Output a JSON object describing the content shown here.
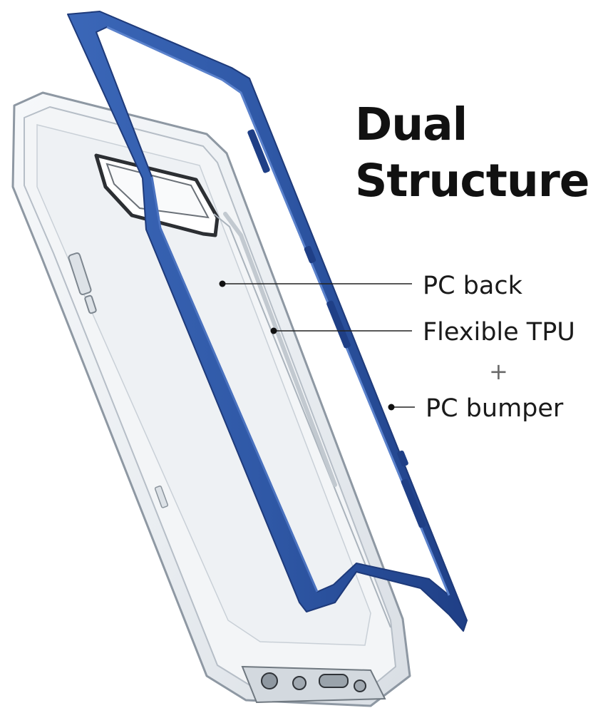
{
  "headline": {
    "line1": "Dual",
    "line2": "Structure"
  },
  "callouts": {
    "pc_back": "PC back",
    "flexible_tpu": "Flexible TPU",
    "plus": "+",
    "pc_bumper": "PC bumper"
  },
  "colors": {
    "bumper_blue": "#2f58a6",
    "bumper_blue_dark": "#1f3f86",
    "clear_case_outline": "#9aa3ad",
    "text": "#111111",
    "leader_line": "#222222"
  },
  "icons": {
    "product": "phone-case-illustration",
    "plus": "plus-icon"
  }
}
